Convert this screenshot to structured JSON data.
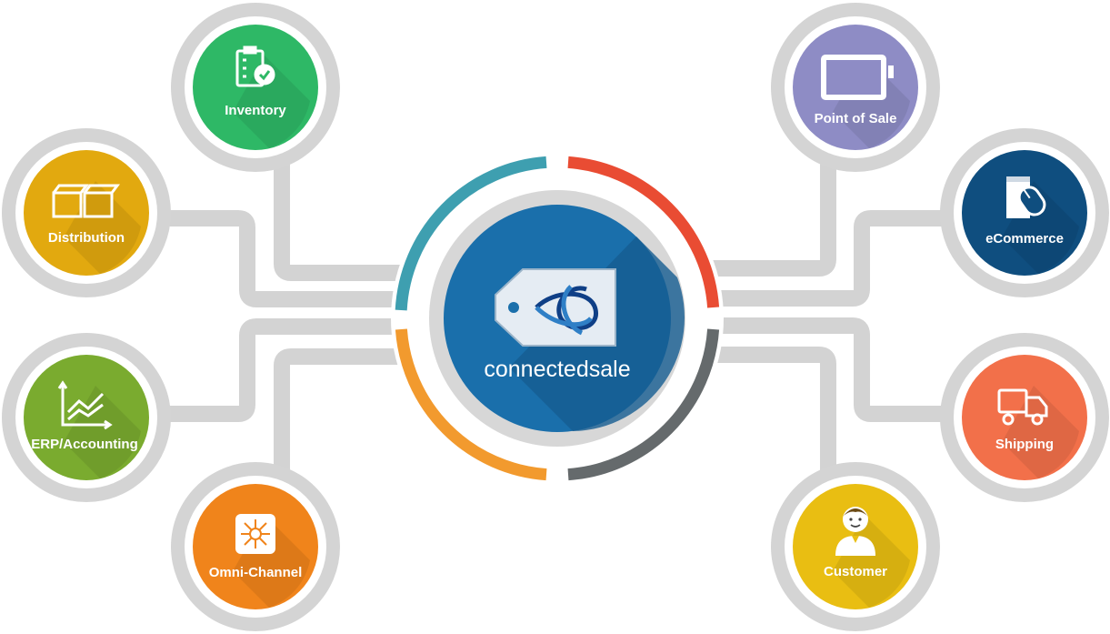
{
  "hub": {
    "brand": "connectedsale",
    "ring_colors": [
      "#3e9fb0",
      "#e94c33",
      "#656a6c",
      "#f29a2e"
    ]
  },
  "nodes": [
    {
      "id": "inventory",
      "label": "Inventory",
      "icon": "clipboard-check-icon",
      "color": "#2eb866"
    },
    {
      "id": "distribution",
      "label": "Distribution",
      "icon": "boxes-icon",
      "color": "#e2a90f"
    },
    {
      "id": "erp",
      "label": "ERP/Accounting",
      "icon": "line-chart-icon",
      "color": "#7aab2f"
    },
    {
      "id": "omni",
      "label": "Omni-Channel",
      "icon": "hub-network-icon",
      "color": "#f0841b"
    },
    {
      "id": "pos",
      "label": "Point of Sale",
      "icon": "tablet-icon",
      "color": "#8e8cc5"
    },
    {
      "id": "ecommerce",
      "label": "eCommerce",
      "icon": "mouse-book-icon",
      "color": "#0f4e7f"
    },
    {
      "id": "shipping",
      "label": "Shipping",
      "icon": "truck-icon",
      "color": "#f2704a"
    },
    {
      "id": "customer",
      "label": "Customer",
      "icon": "person-icon",
      "color": "#e9be12"
    }
  ]
}
